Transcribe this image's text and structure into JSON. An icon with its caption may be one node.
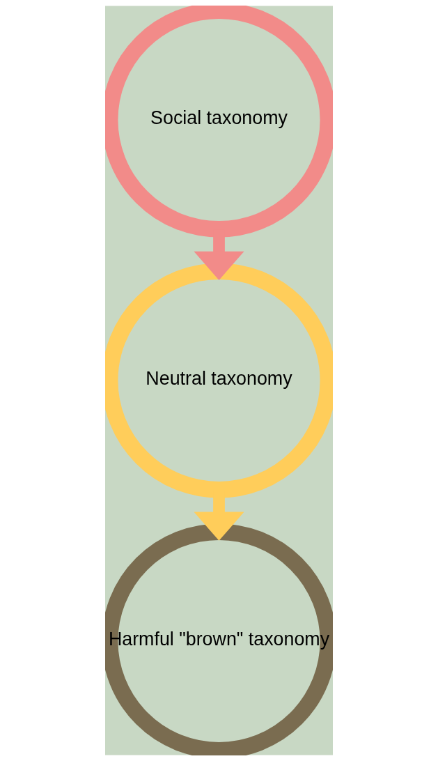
{
  "diagram": {
    "nodes": [
      {
        "text": [
          "Social taxonomy"
        ]
      },
      {
        "text": [
          "Neutral taxonomy"
        ]
      },
      {
        "text": [
          "Harmful \"brown\" taxonomy"
        ]
      }
    ],
    "edges": [
      {
        "from": 0,
        "to": 1,
        "arrow": "to",
        "color": "#f28b89"
      },
      {
        "from": 1,
        "to": 2,
        "arrow": "to",
        "color": "#ffcd5a"
      }
    ]
  }
}
